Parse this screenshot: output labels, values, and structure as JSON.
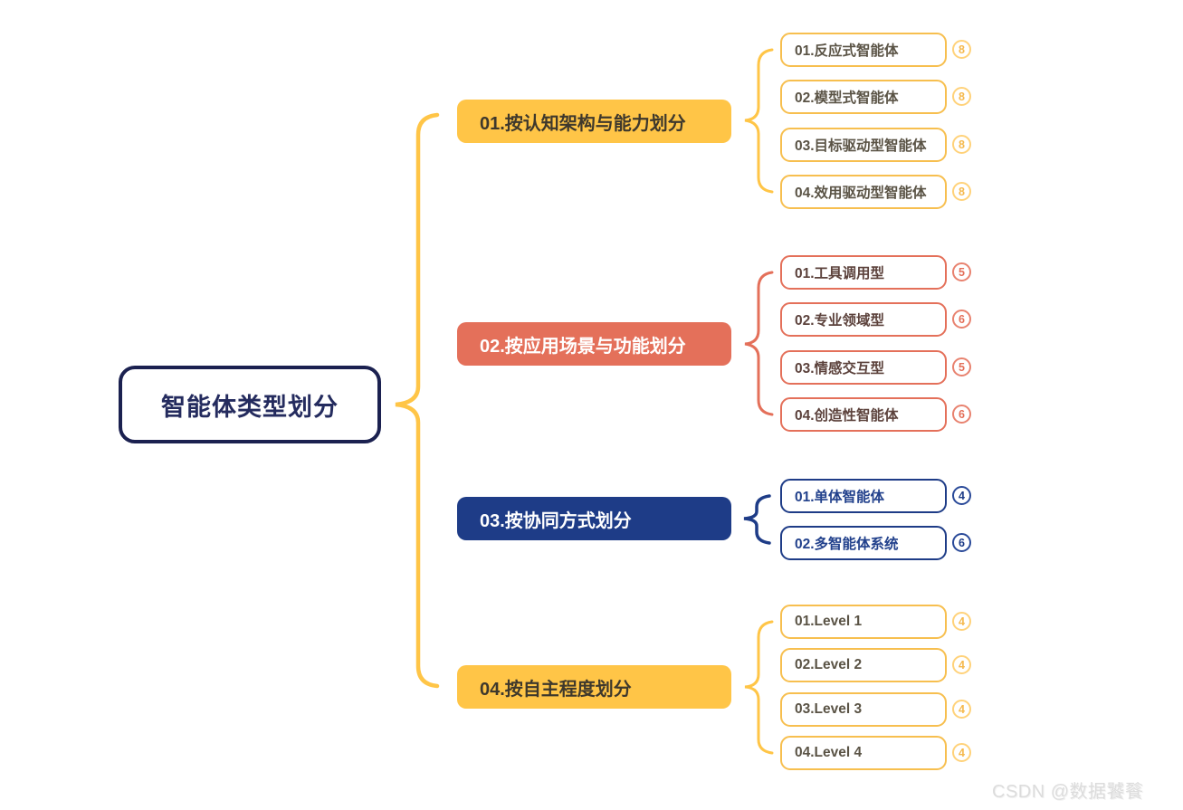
{
  "palette": {
    "yellow": "#FFC547",
    "yellow_border": "#F7BF4F",
    "salmon": "#E4705A",
    "navy": "#1E3C87",
    "dark_navy": "#1B2150",
    "watermark_gray": "#DCDCDC"
  },
  "root": {
    "label": "智能体类型划分"
  },
  "branches": [
    {
      "label": "01.按认知架构与能力划分",
      "color": "yellow",
      "children": [
        {
          "label": "01.反应式智能体",
          "badge": "8"
        },
        {
          "label": "02.模型式智能体",
          "badge": "8"
        },
        {
          "label": "03.目标驱动型智能体",
          "badge": "8"
        },
        {
          "label": "04.效用驱动型智能体",
          "badge": "8"
        }
      ]
    },
    {
      "label": "02.按应用场景与功能划分",
      "color": "salmon",
      "children": [
        {
          "label": "01.工具调用型",
          "badge": "5"
        },
        {
          "label": "02.专业领域型",
          "badge": "6"
        },
        {
          "label": "03.情感交互型",
          "badge": "5"
        },
        {
          "label": "04.创造性智能体",
          "badge": "6"
        }
      ]
    },
    {
      "label": "03.按协同方式划分",
      "color": "navy",
      "children": [
        {
          "label": "01.单体智能体",
          "badge": "4"
        },
        {
          "label": "02.多智能体系统",
          "badge": "6"
        }
      ]
    },
    {
      "label": "04.按自主程度划分",
      "color": "yellow",
      "children": [
        {
          "label": "01.Level 1",
          "badge": "4"
        },
        {
          "label": "02.Level 2",
          "badge": "4"
        },
        {
          "label": "03.Level 3",
          "badge": "4"
        },
        {
          "label": "04.Level 4",
          "badge": "4"
        }
      ]
    }
  ],
  "watermark": "CSDN @数据饕餮"
}
